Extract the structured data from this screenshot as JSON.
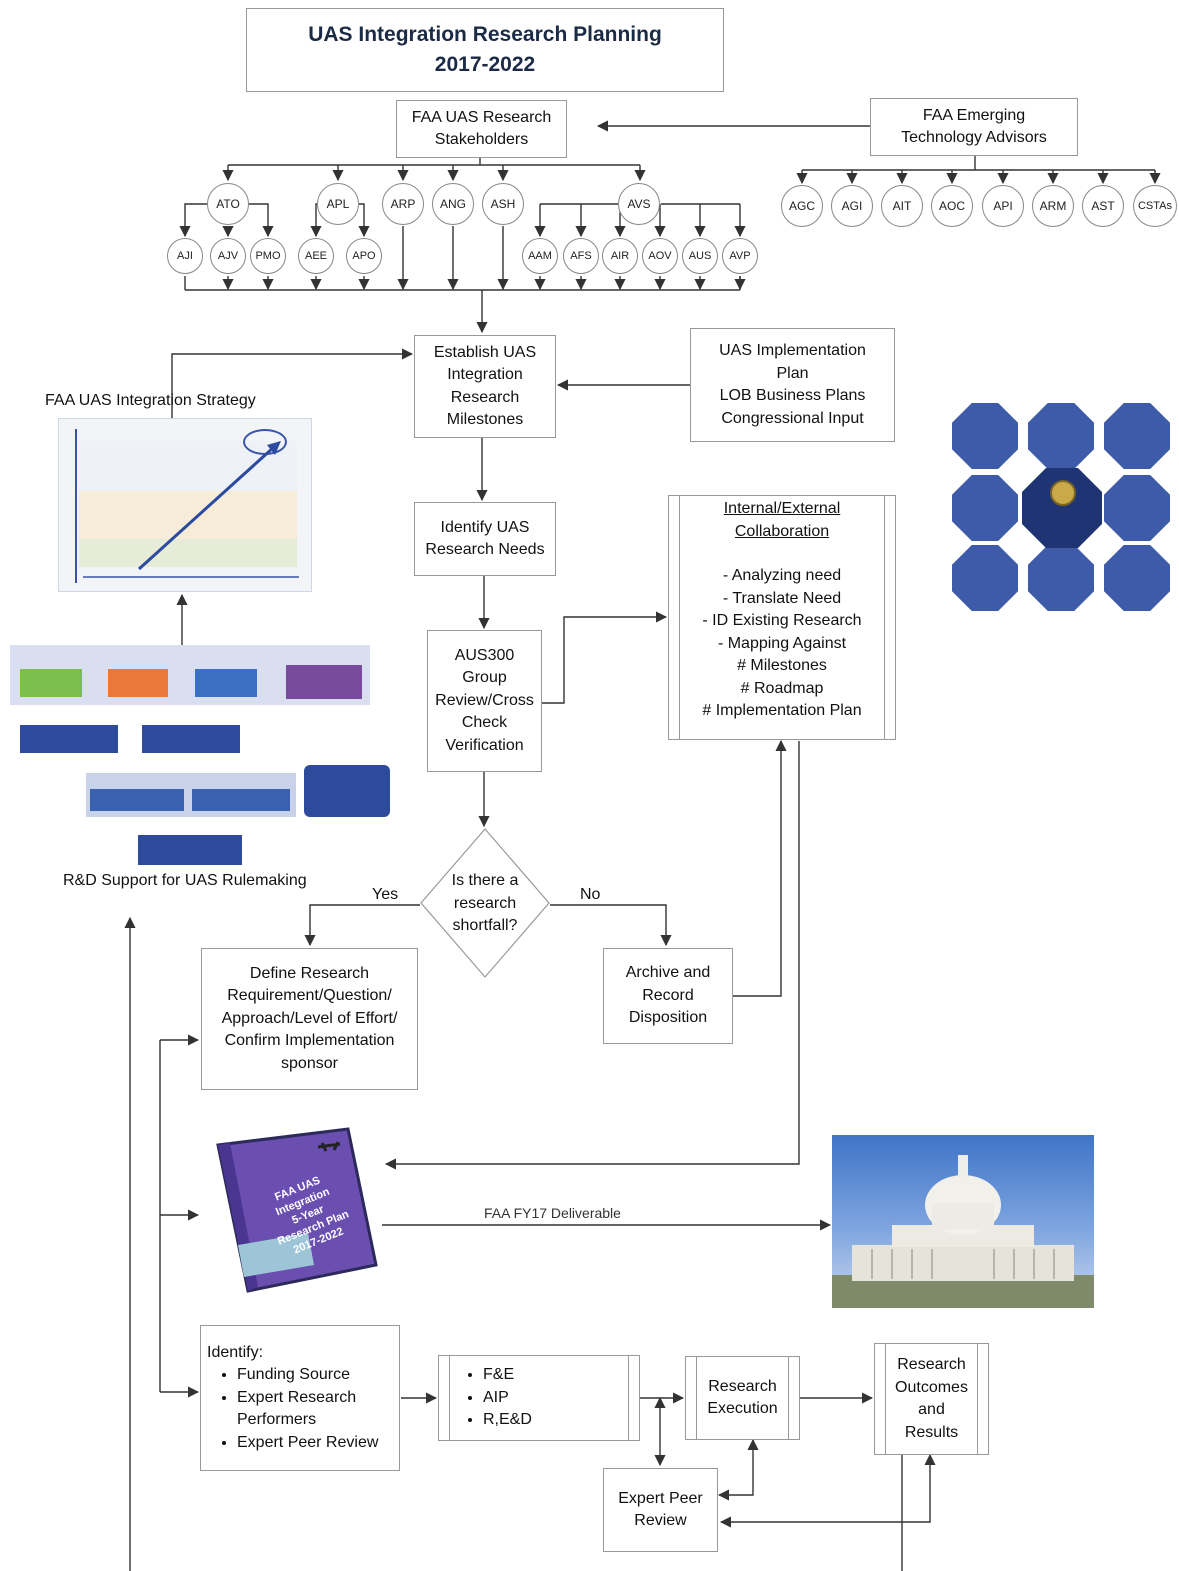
{
  "title": {
    "line1": "UAS Integration Research Planning",
    "line2": "2017-2022"
  },
  "stakeholders": {
    "line1": "FAA UAS Research",
    "line2": "Stakeholders"
  },
  "emerging": {
    "line1": "FAA Emerging",
    "line2": "Technology Advisors"
  },
  "offices_top": [
    "ATO",
    "APL",
    "ARP",
    "ANG",
    "ASH",
    "AVS"
  ],
  "offices_sub": [
    "AJI",
    "AJV",
    "PMO",
    "AEE",
    "APO",
    "AAM",
    "AFS",
    "AIR",
    "AOV",
    "AUS",
    "AVP"
  ],
  "advisors": [
    "AGC",
    "AGI",
    "AIT",
    "AOC",
    "API",
    "ARM",
    "AST",
    "CSTAs"
  ],
  "milestones": {
    "l1": "Establish UAS",
    "l2": "Integration",
    "l3": "Research",
    "l4": "Milestones"
  },
  "impl_plan": {
    "l1": "UAS Implementation",
    "l2": "Plan",
    "l3": "LOB Business Plans",
    "l4": "Congressional Input"
  },
  "strategy_label": "FAA UAS Integration Strategy",
  "needs": {
    "l1": "Identify UAS",
    "l2": "Research Needs"
  },
  "collab": {
    "title1": "Internal/External",
    "title2": "Collaboration",
    "items": [
      "- Analyzing need",
      "- Translate Need",
      "- ID Existing Research",
      "- Mapping Against",
      "# Milestones",
      "# Roadmap",
      "# Implementation Plan"
    ]
  },
  "aus300": {
    "l1": "AUS300",
    "l2": "Group",
    "l3": "Review/Cross",
    "l4": "Check",
    "l5": "Verification"
  },
  "decision": {
    "l1": "Is there a",
    "l2": "research",
    "l3": "shortfall?",
    "yes": "Yes",
    "no": "No"
  },
  "rnd_label": "R&D Support for UAS Rulemaking",
  "define": {
    "l1": "Define Research",
    "l2": "Requirement/Question/",
    "l3": "Approach/Level of Effort/",
    "l4": "Confirm Implementation",
    "l5": "sponsor"
  },
  "archive": {
    "l1": "Archive and",
    "l2": "Record",
    "l3": "Disposition"
  },
  "book": {
    "l1": "FAA UAS",
    "l2": "Integration",
    "l3": "5-Year",
    "l4": "Research Plan",
    "l5": "2017-2022"
  },
  "deliverable": "FAA FY17 Deliverable",
  "identify": {
    "head": "Identify:",
    "items": [
      "Funding Source",
      "Expert Research Performers",
      "Expert Peer Review"
    ]
  },
  "funding": [
    "F&E",
    "AIP",
    "R,E&D"
  ],
  "execution": {
    "l1": "Research",
    "l2": "Execution"
  },
  "outcomes": {
    "l1": "Research",
    "l2": "Outcomes",
    "l3": "and",
    "l4": "Results"
  },
  "peer": {
    "l1": "Expert Peer",
    "l2": "Review"
  },
  "colors": {
    "line": "#333333",
    "box_border": "#999999",
    "octagon": "#3d5ba8",
    "title_text": "#1b2b46"
  }
}
